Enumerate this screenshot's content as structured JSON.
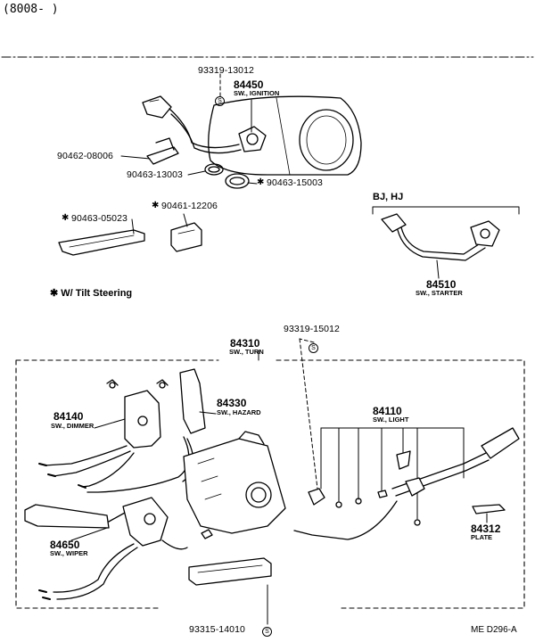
{
  "header": {
    "range": "(8008-        )"
  },
  "parts": {
    "bolt_ignition": "93319-13012",
    "ignition_no": "84450",
    "ignition_name": "SW., IGNITION",
    "bracket_90462": "90462-08006",
    "clamp_13003": "90463-13003",
    "clamp_15003": "90463-15003",
    "clip_12206": "90461-12206",
    "clamp_05023": "90463-05023",
    "starter_no": "84510",
    "starter_name": "SW., STARTER",
    "bolt_turn": "93319-15012",
    "turn_no": "84310",
    "turn_name": "SW., TURN",
    "dimmer_no": "84140",
    "dimmer_name": "SW., DIMMER",
    "hazard_no": "84330",
    "hazard_name": "SW., HAZARD",
    "light_no": "84110",
    "light_name": "SW., LIGHT",
    "wiper_no": "84650",
    "wiper_name": "SW., WIPER",
    "plate_no": "84312",
    "plate_name": "PLATE",
    "bolt_connector": "93315-14010"
  },
  "notes": {
    "models": "BJ, HJ",
    "asterisk": "✱",
    "tilt": "✱  W/ Tilt Steering",
    "s_mark": "S"
  },
  "footer": {
    "code": "ME  D296-A"
  }
}
